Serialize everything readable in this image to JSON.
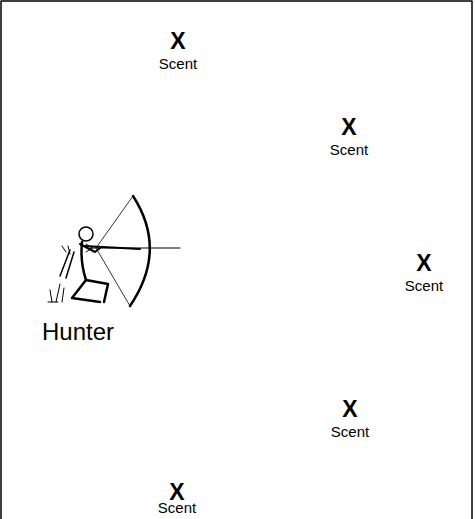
{
  "diagram": {
    "labels": [
      "X",
      "Scent",
      "X",
      "Scent",
      "X",
      "Scent",
      "Hunter",
      "X",
      "Scent",
      "X",
      "Scent"
    ]
  }
}
